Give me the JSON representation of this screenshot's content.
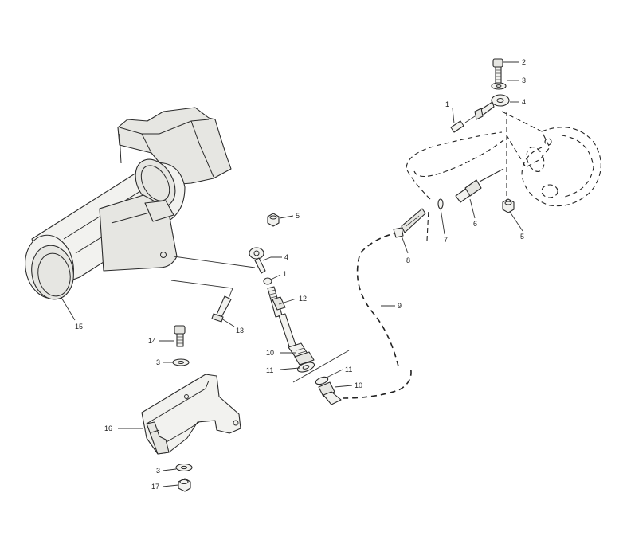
{
  "callouts": {
    "c1a": "1",
    "c2": "2",
    "c3a": "3",
    "c4a": "4",
    "c5a": "5",
    "c4b": "4",
    "c1b": "1",
    "c12": "12",
    "c10a": "10",
    "c11a": "11",
    "c11b": "11",
    "c10b": "10",
    "c9": "9",
    "c8": "8",
    "c7": "7",
    "c6": "6",
    "c5b": "5",
    "c15": "15",
    "c13": "13",
    "c14": "14",
    "c3b": "3",
    "c16": "16",
    "c3c": "3",
    "c17": "17"
  },
  "colors": {
    "line": "#2a2a2a",
    "fill": "#f2f2ef",
    "background": "#ffffff"
  }
}
